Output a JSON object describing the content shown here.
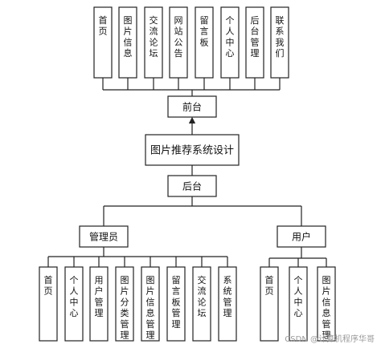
{
  "diagram": {
    "root": "图片推荐系统设计",
    "front": {
      "label": "前台",
      "children": [
        "首页",
        "图片信息",
        "交流论坛",
        "网站公告",
        "留言板",
        "个人中心",
        "后台管理",
        "联系我们"
      ]
    },
    "back": {
      "label": "后台",
      "admin": {
        "label": "管理员",
        "children": [
          "首页",
          "个人中心",
          "用户管理",
          "图片分类管理",
          "图片信息管理",
          "留言板管理",
          "交流论坛",
          "系统管理"
        ]
      },
      "user": {
        "label": "用户",
        "children": [
          "首页",
          "个人中心",
          "图片信息管理"
        ]
      }
    }
  },
  "watermark": "CSDN @计算机程序华哥"
}
